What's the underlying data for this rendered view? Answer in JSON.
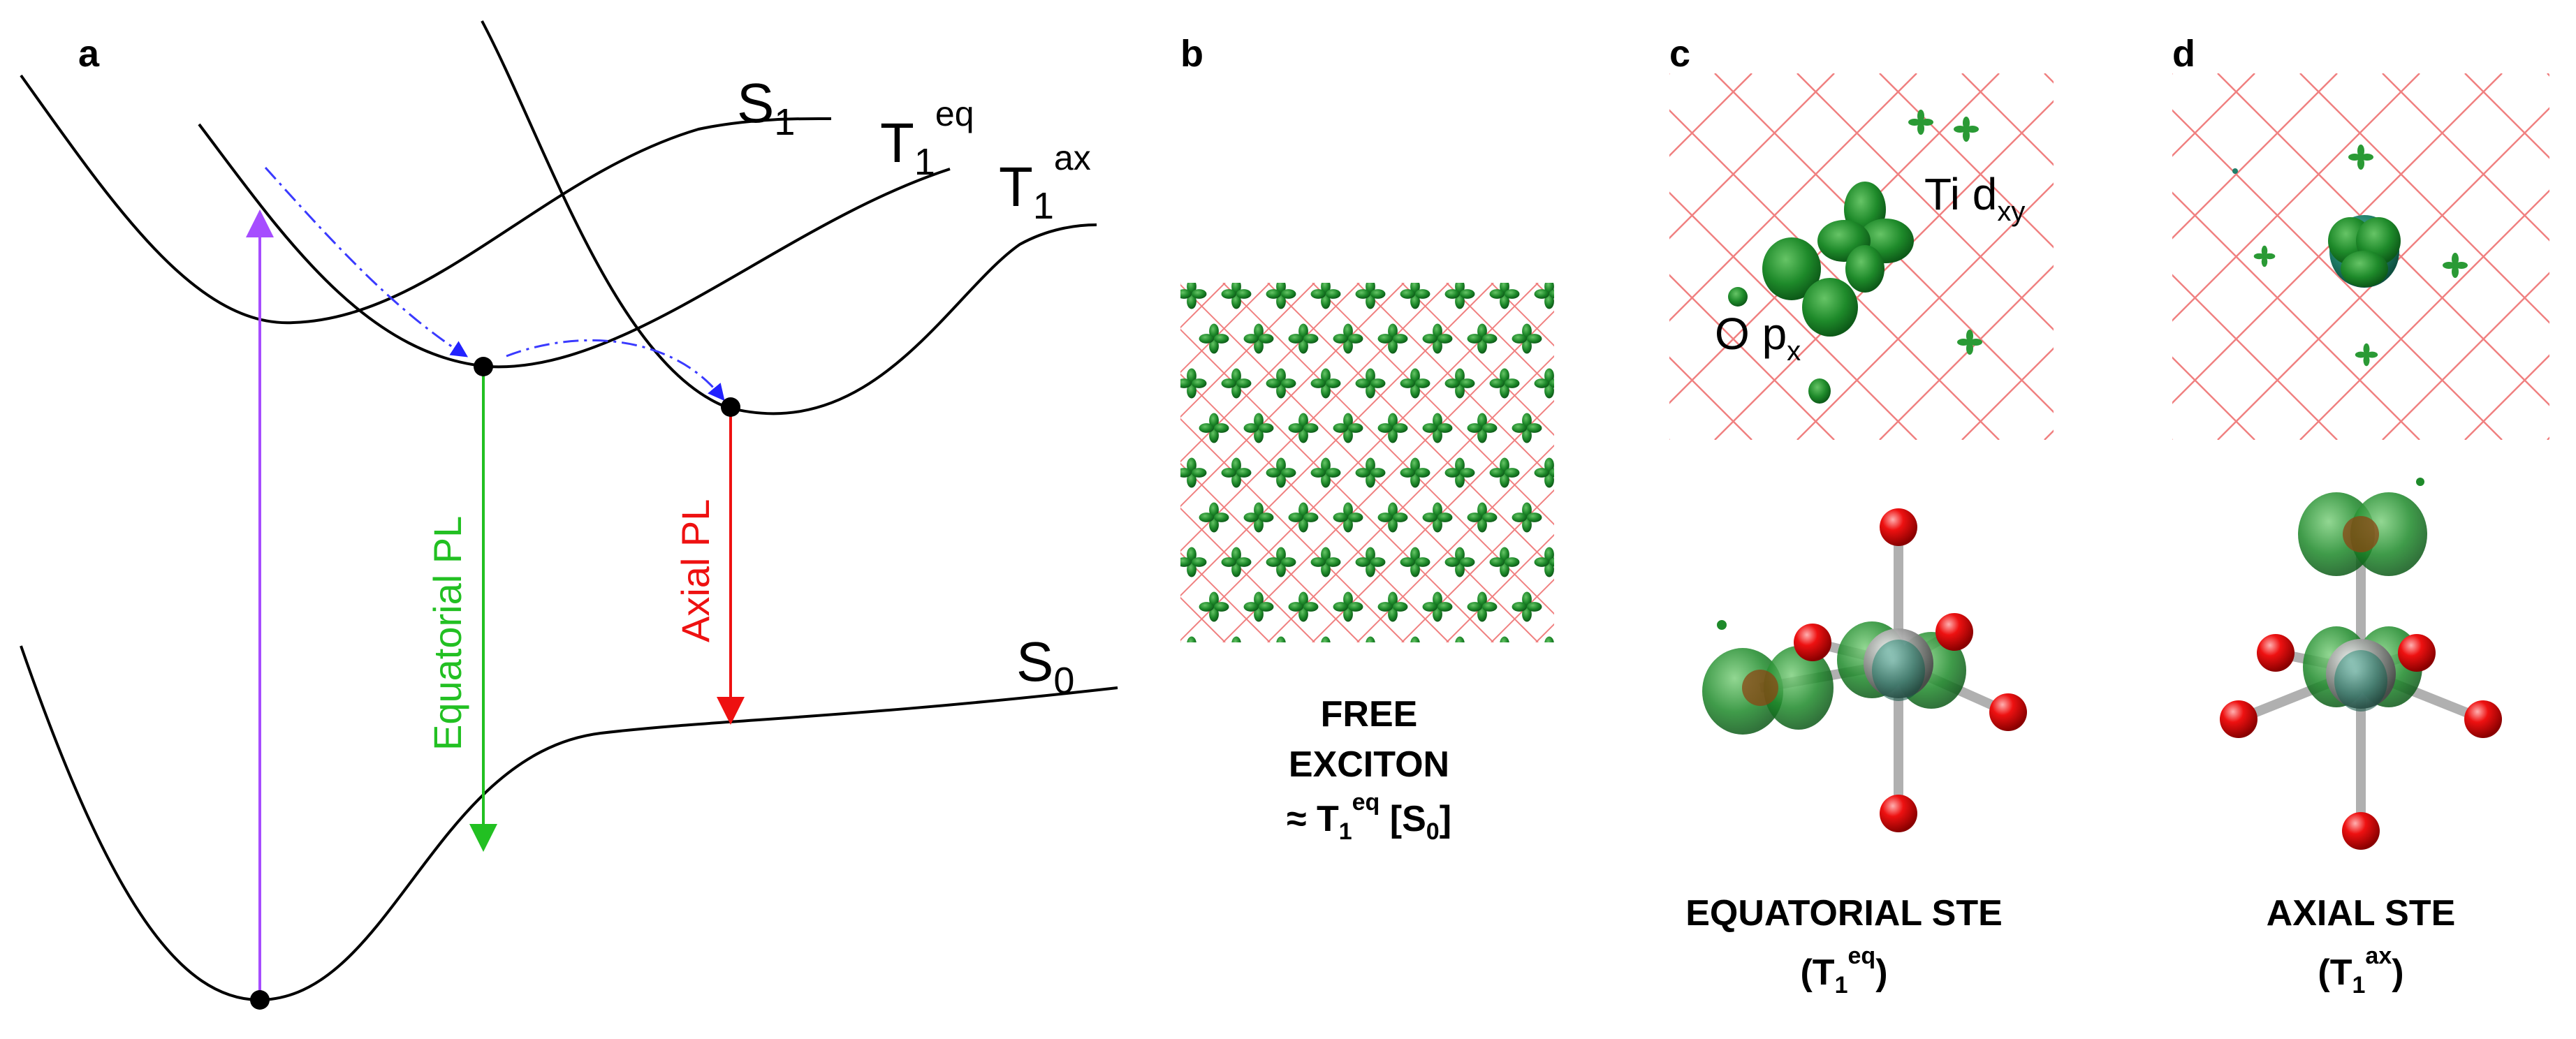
{
  "panels": {
    "a": {
      "letter": "a",
      "states": {
        "s1": {
          "base": "S",
          "sub": "1"
        },
        "t1eq": {
          "base": "T",
          "sub": "1",
          "sup": "eq"
        },
        "t1ax": {
          "base": "T",
          "sub": "1",
          "sup": "ax"
        },
        "s0": {
          "base": "S",
          "sub": "0"
        }
      },
      "equatorial_pl": "Equatorial PL",
      "axial_pl": "Axial PL"
    },
    "b": {
      "letter": "b",
      "caption_line1": "FREE",
      "caption_line2": "EXCITON",
      "caption_line3_prefix": "≈ T",
      "caption_line3_sub": "1",
      "caption_line3_sup": "eq",
      "caption_line3_bracket_open": " [S",
      "caption_line3_bracket_sub": "0",
      "caption_line3_bracket_close": "]"
    },
    "c": {
      "letter": "c",
      "ti_label": "Ti d",
      "ti_sub": "xy",
      "o_label": "O p",
      "o_sub": "x",
      "caption_line1": "EQUATORIAL STE",
      "caption_line2_open": "(T",
      "caption_line2_sub": "1",
      "caption_line2_sup": "eq",
      "caption_line2_close": ")"
    },
    "d": {
      "letter": "d",
      "caption_line1": "AXIAL STE",
      "caption_line2_open": "(T",
      "caption_line2_sub": "1",
      "caption_line2_sup": "ax",
      "caption_line2_close": ")"
    }
  },
  "colors": {
    "curve": "#000000",
    "excitation_arrow": "#a64dff",
    "equatorial_pl": "#22c022",
    "axial_pl": "#ee1111",
    "relaxation_arrow": "#3a3aff",
    "lattice": "#f08080",
    "orbital": "#1e8a2a",
    "oxygen": "#dd1111",
    "titanium": "#9a9a9a",
    "bond": "#b0b0b0"
  }
}
